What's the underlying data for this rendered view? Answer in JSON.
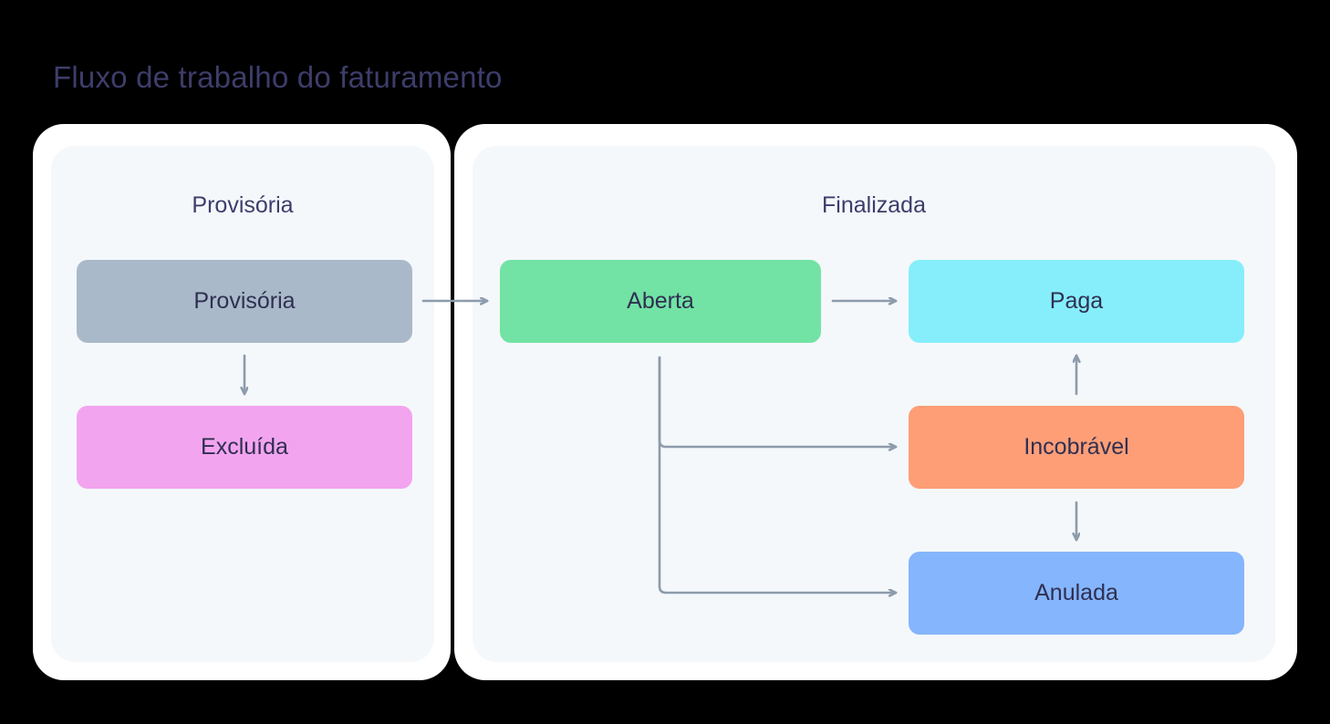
{
  "title": "Fluxo de trabalho do faturamento",
  "colors": {
    "page_background": "#000000",
    "card_background": "#ffffff",
    "panel_background": "#f4f8fb",
    "title_text": "#3d3d6b",
    "node_text": "#2f2f52",
    "connector": "#8d9bab"
  },
  "groups": [
    {
      "id": "provisoria",
      "label": "Provisória"
    },
    {
      "id": "finalizada",
      "label": "Finalizada"
    }
  ],
  "nodes": [
    {
      "id": "provisoria",
      "label": "Provisória",
      "group": "provisoria",
      "color": "#aab9c9"
    },
    {
      "id": "excluida",
      "label": "Excluída",
      "group": "provisoria",
      "color": "#f3a4ef"
    },
    {
      "id": "aberta",
      "label": "Aberta",
      "group": "finalizada",
      "color": "#72e3a4"
    },
    {
      "id": "paga",
      "label": "Paga",
      "group": "finalizada",
      "color": "#86eefb"
    },
    {
      "id": "incobravel",
      "label": "Incobrável",
      "group": "finalizada",
      "color": "#fd9e77"
    },
    {
      "id": "anulada",
      "label": "Anulada",
      "group": "finalizada",
      "color": "#85b5fc"
    }
  ],
  "edges": [
    {
      "from": "provisoria",
      "to": "excluida",
      "shape": "down"
    },
    {
      "from": "provisoria",
      "to": "aberta",
      "shape": "right"
    },
    {
      "from": "aberta",
      "to": "paga",
      "shape": "right"
    },
    {
      "from": "aberta",
      "to": "incobravel",
      "shape": "elbow-down-right"
    },
    {
      "from": "aberta",
      "to": "anulada",
      "shape": "elbow-down-right"
    },
    {
      "from": "incobravel",
      "to": "paga",
      "shape": "up"
    },
    {
      "from": "incobravel",
      "to": "anulada",
      "shape": "down"
    }
  ]
}
